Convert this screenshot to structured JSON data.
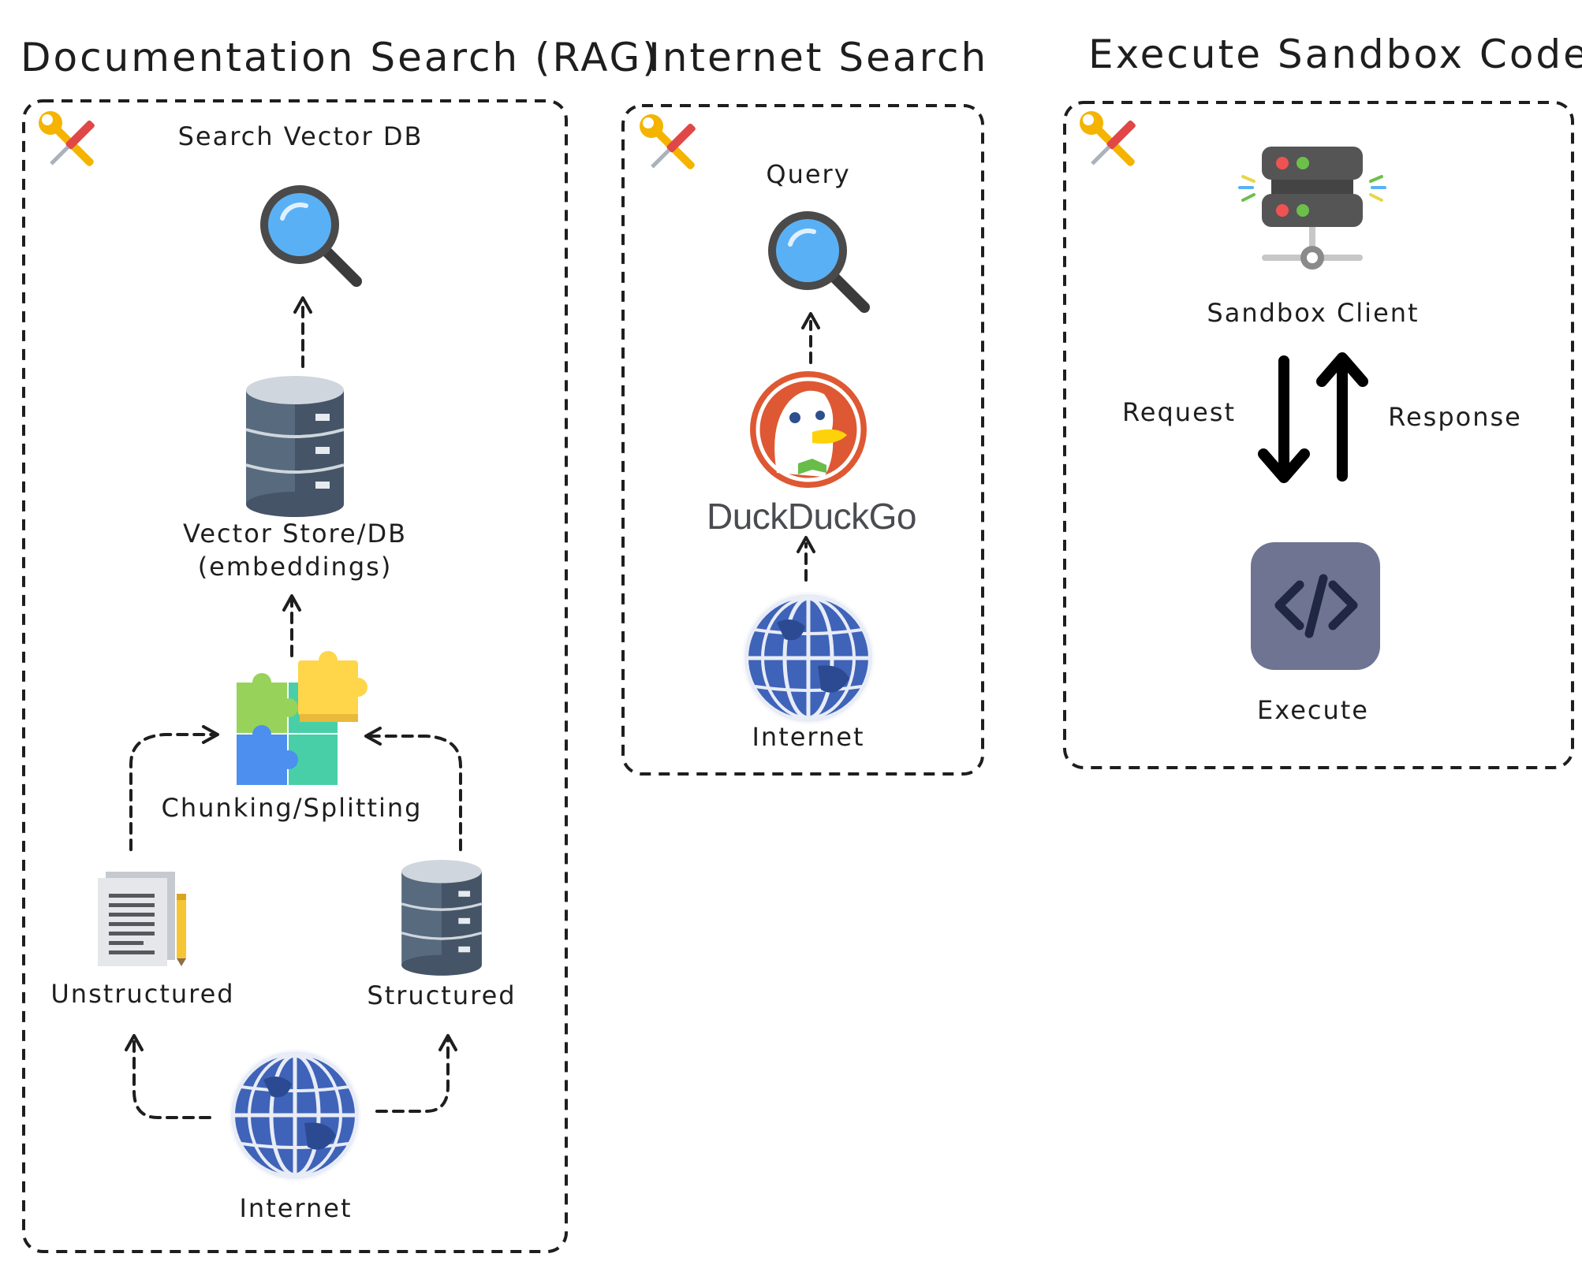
{
  "panels": [
    {
      "title": "Documentation Search (RAG)",
      "nodes": {
        "search": "Search Vector DB",
        "vector_store_line1": "Vector Store/DB",
        "vector_store_line2": "(embeddings)",
        "chunking": "Chunking/Splitting",
        "unstructured": "Unstructured",
        "structured": "Structured",
        "internet": "Internet"
      },
      "icons": [
        "tools-icon",
        "magnifier-icon",
        "database-icon",
        "puzzle-icon",
        "document-icon",
        "database-icon",
        "globe-icon"
      ]
    },
    {
      "title": "Internet Search",
      "nodes": {
        "query": "Query",
        "brand": "DuckDuckGo",
        "internet": "Internet"
      },
      "icons": [
        "tools-icon",
        "magnifier-icon",
        "duckduckgo-logo-icon",
        "globe-icon"
      ]
    },
    {
      "title": "Execute Sandbox Code",
      "nodes": {
        "client": "Sandbox Client",
        "request": "Request",
        "response": "Response",
        "execute": "Execute"
      },
      "icons": [
        "tools-icon",
        "server-icon",
        "code-icon"
      ]
    }
  ],
  "colors": {
    "stroke": "#1e1e1e",
    "magnifier_lens": "#5ab0f5",
    "database_dark": "#586a7e",
    "database_light": "#cfd6dd",
    "puzzle_green": "#97d35a",
    "puzzle_yellow": "#ffd54a",
    "puzzle_blue": "#4d8fee",
    "puzzle_teal": "#48cfa8",
    "globe_blue": "#3f63b8",
    "duck_orange": "#de5833",
    "server_gray": "#555555",
    "code_tile": "#6e7491"
  }
}
